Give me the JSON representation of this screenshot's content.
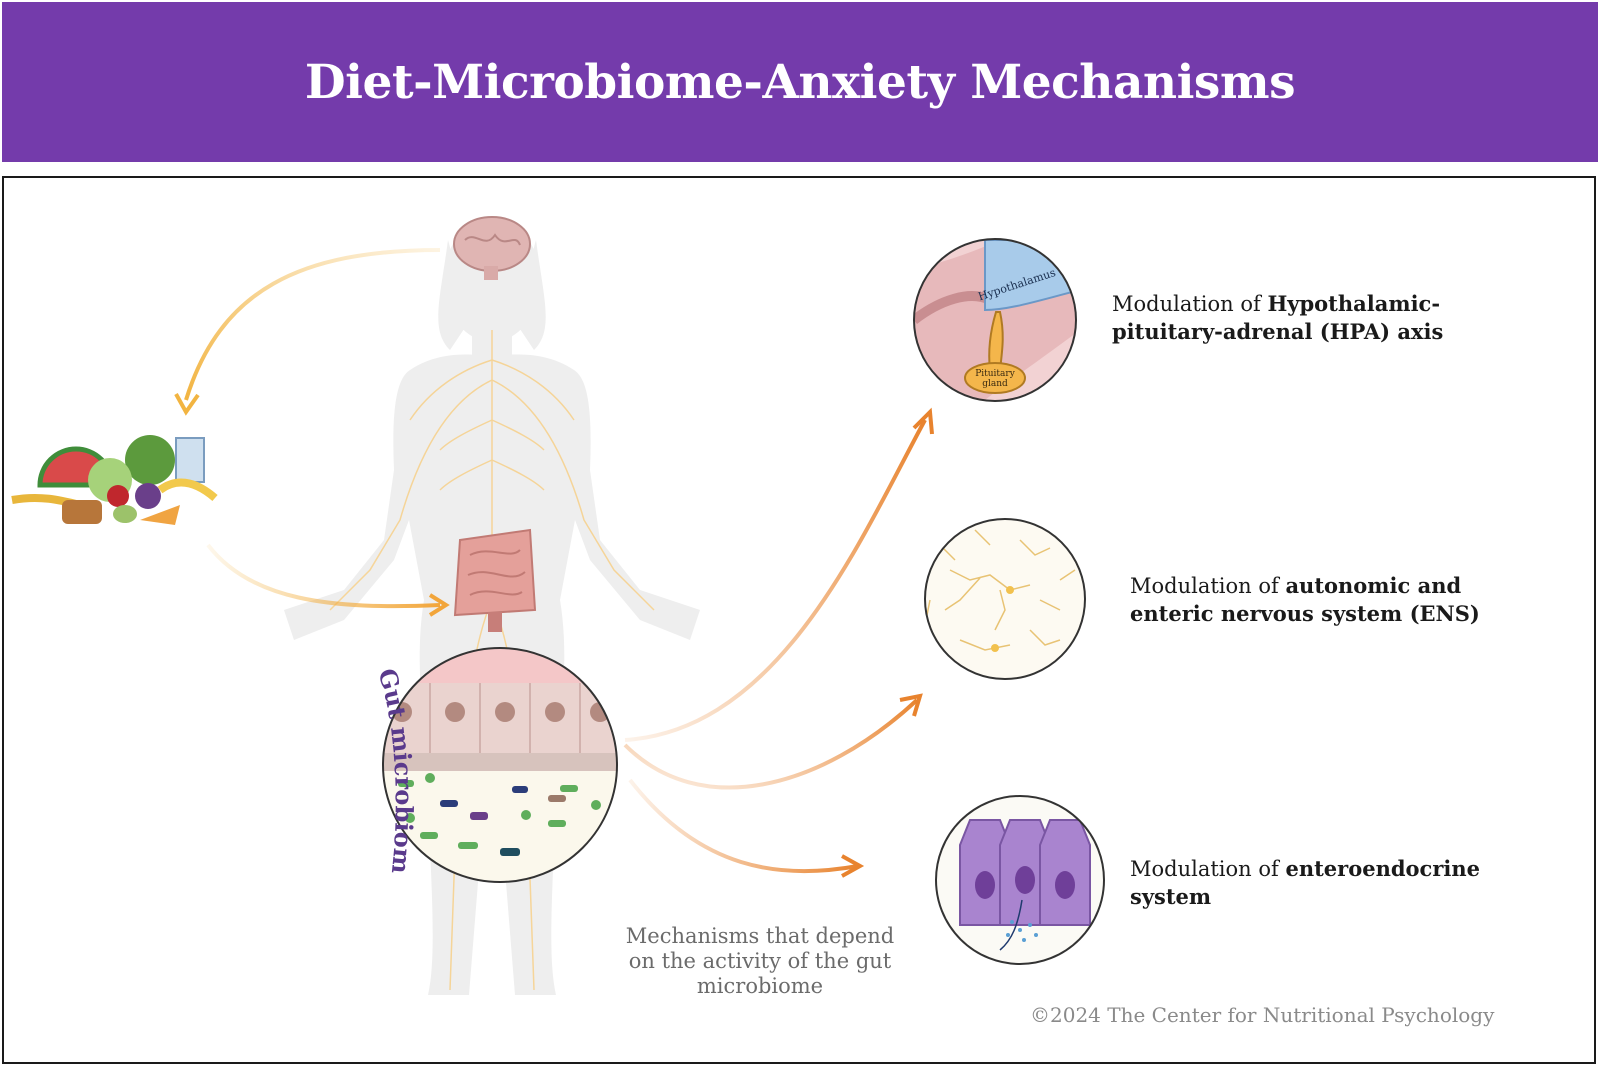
{
  "header": {
    "title": "Diet-Microbiome-Anxiety Mechanisms"
  },
  "gut": {
    "label": "Gut microbiome"
  },
  "hpa": {
    "hypothalamus_label": "Hypothalamus",
    "pituitary_label_1": "Pituitary",
    "pituitary_label_2": "gland"
  },
  "mechanisms": [
    {
      "prefix": "Modulation of ",
      "bold_1": "Hypothalamic-",
      "bold_2": "pituitary-adrenal (HPA) axis"
    },
    {
      "prefix": "Modulation of ",
      "bold_1": "autonomic and",
      "bold_2": "enteric nervous system (ENS)"
    },
    {
      "prefix": "Modulation of ",
      "bold_1": "enteroendocrine",
      "bold_2": "system"
    }
  ],
  "note": {
    "line1": "Mechanisms that depend",
    "line2": "on the activity of the gut",
    "line3": "microbiome"
  },
  "footer": {
    "copyright": "©2024 The Center for Nutritional Psychology"
  },
  "colors": {
    "header_bg": "#743bab",
    "arrow_yellow": "#f2b441",
    "arrow_orange": "#e8832e",
    "gut_label": "#5a3a8c"
  }
}
